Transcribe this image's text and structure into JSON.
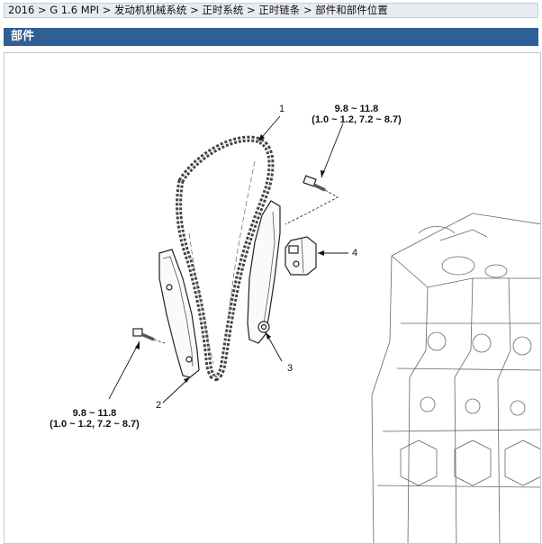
{
  "breadcrumb": {
    "text": "2016 > G 1.6 MPI > 发动机机械系统 > 正时系统 > 正时链条 > 部件和部件位置"
  },
  "section": {
    "title": "部件"
  },
  "diagram": {
    "torque_upper": {
      "line1": "9.8 ~ 11.8",
      "line2": "(1.0 ~ 1.2, 7.2 ~ 8.7)"
    },
    "torque_lower": {
      "line1": "9.8 ~ 11.8",
      "line2": "(1.0 ~ 1.2, 7.2 ~ 8.7)"
    },
    "callouts": {
      "chain": "1",
      "guide": "2",
      "tensioner_arm": "3",
      "tensioner": "4"
    }
  },
  "colors": {
    "section_bar": "#2e5f95",
    "breadcrumb_bg": "#e8ecf2"
  }
}
